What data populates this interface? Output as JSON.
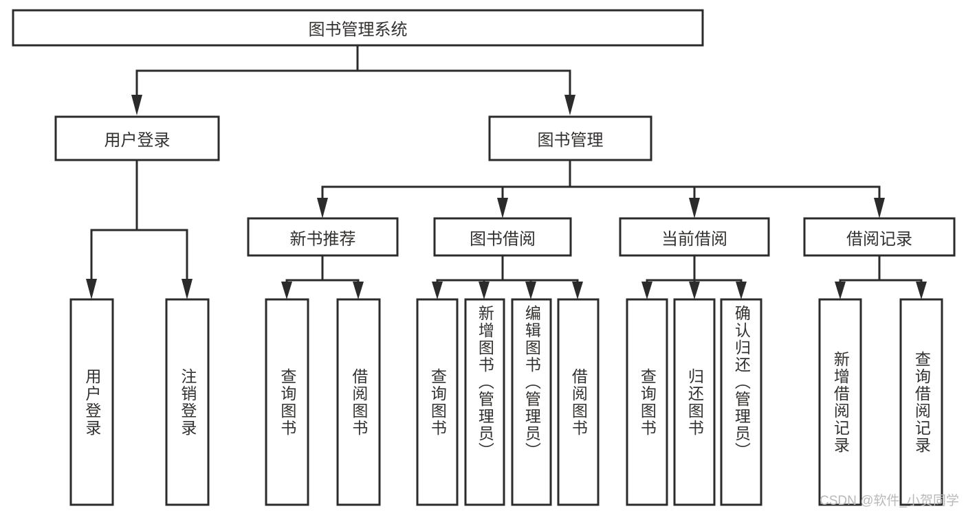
{
  "diagram": {
    "type": "hierarchy-tree",
    "title": "图书管理系统",
    "watermark": "CSDN @软件_小贺同学",
    "colors": {
      "stroke": "#2b2b2b",
      "fill": "#ffffff",
      "text": "#33312f",
      "watermark": "#b9b9b9"
    },
    "levels": [
      {
        "level": 1,
        "nodes": [
          {
            "id": "root",
            "label": "图书管理系统",
            "orientation": "horizontal"
          }
        ]
      },
      {
        "level": 2,
        "nodes": [
          {
            "id": "user-login",
            "label": "用户登录",
            "orientation": "horizontal",
            "parent": "root"
          },
          {
            "id": "book-manage",
            "label": "图书管理",
            "orientation": "horizontal",
            "parent": "root"
          }
        ]
      },
      {
        "level": 3,
        "nodes": [
          {
            "id": "new-book-rec",
            "label": "新书推荐",
            "orientation": "horizontal",
            "parent": "book-manage"
          },
          {
            "id": "book-borrow",
            "label": "图书借阅",
            "orientation": "horizontal",
            "parent": "book-manage"
          },
          {
            "id": "current-borrow",
            "label": "当前借阅",
            "orientation": "horizontal",
            "parent": "book-manage"
          },
          {
            "id": "borrow-record",
            "label": "借阅记录",
            "orientation": "horizontal",
            "parent": "book-manage"
          }
        ]
      },
      {
        "level": 4,
        "nodes": [
          {
            "id": "leaf-user-login",
            "label": "用户登录",
            "orientation": "vertical",
            "parent": "user-login"
          },
          {
            "id": "leaf-logout",
            "label": "注销登录",
            "orientation": "vertical",
            "parent": "user-login"
          },
          {
            "id": "leaf-query-book-1",
            "label": "查询图书",
            "orientation": "vertical",
            "parent": "new-book-rec"
          },
          {
            "id": "leaf-borrow-book-1",
            "label": "借阅图书",
            "orientation": "vertical",
            "parent": "new-book-rec"
          },
          {
            "id": "leaf-query-book-2",
            "label": "查询图书",
            "orientation": "vertical",
            "parent": "book-borrow"
          },
          {
            "id": "leaf-add-book",
            "label": "新增图书（管理员）",
            "orientation": "vertical",
            "parent": "book-borrow"
          },
          {
            "id": "leaf-edit-book",
            "label": "编辑图书（管理员）",
            "orientation": "vertical",
            "parent": "book-borrow"
          },
          {
            "id": "leaf-borrow-book-2",
            "label": "借阅图书",
            "orientation": "vertical",
            "parent": "book-borrow"
          },
          {
            "id": "leaf-query-book-3",
            "label": "查询图书",
            "orientation": "vertical",
            "parent": "current-borrow"
          },
          {
            "id": "leaf-return-book",
            "label": "归还图书",
            "orientation": "vertical",
            "parent": "current-borrow"
          },
          {
            "id": "leaf-confirm-return",
            "label": "确认归还（管理员）",
            "orientation": "vertical",
            "parent": "current-borrow"
          },
          {
            "id": "leaf-add-record",
            "label": "新增借阅记录",
            "orientation": "vertical",
            "parent": "borrow-record"
          },
          {
            "id": "leaf-query-record",
            "label": "查询借阅记录",
            "orientation": "vertical",
            "parent": "borrow-record"
          }
        ]
      }
    ]
  }
}
